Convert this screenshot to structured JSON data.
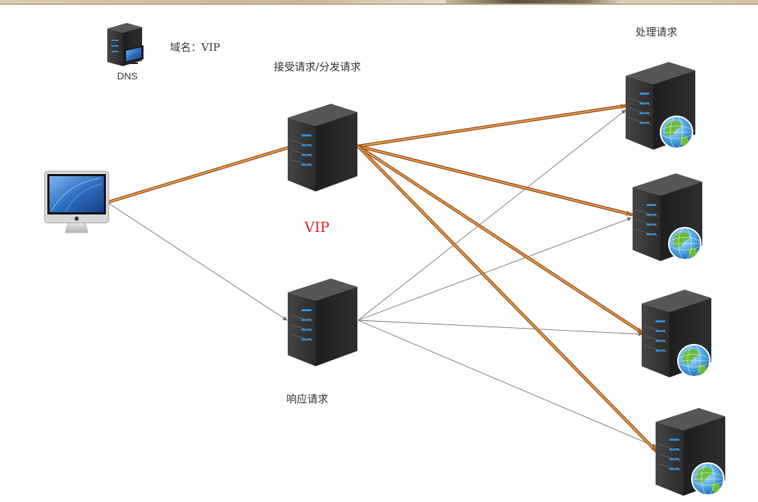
{
  "labels": {
    "dns": "DNS",
    "domain": "域名：VIP",
    "receive_forward": "接受请求/分发请求",
    "vip": "VIP",
    "respond": "响应请求",
    "process": "处理请求"
  },
  "nodes": [
    {
      "id": "dns-server",
      "kind": "dns"
    },
    {
      "id": "client",
      "kind": "monitor"
    },
    {
      "id": "lb-vip",
      "kind": "server"
    },
    {
      "id": "lb-response",
      "kind": "server"
    },
    {
      "id": "web-1",
      "kind": "web-server"
    },
    {
      "id": "web-2",
      "kind": "web-server"
    },
    {
      "id": "web-3",
      "kind": "web-server"
    },
    {
      "id": "web-4",
      "kind": "web-server"
    }
  ],
  "edges": [
    {
      "from": "client",
      "to": "lb-vip",
      "style": "request"
    },
    {
      "from": "client",
      "to": "lb-response",
      "style": "response"
    },
    {
      "from": "lb-vip",
      "to": "web-1",
      "style": "request"
    },
    {
      "from": "lb-vip",
      "to": "web-2",
      "style": "request"
    },
    {
      "from": "lb-vip",
      "to": "web-3",
      "style": "request"
    },
    {
      "from": "lb-vip",
      "to": "web-4",
      "style": "request"
    },
    {
      "from": "lb-response",
      "to": "web-1",
      "style": "response"
    },
    {
      "from": "lb-response",
      "to": "web-2",
      "style": "response"
    },
    {
      "from": "lb-response",
      "to": "web-3",
      "style": "response"
    },
    {
      "from": "lb-response",
      "to": "web-4",
      "style": "response"
    }
  ],
  "colors": {
    "request_edge": "#d9822b",
    "response_edge": "#6e6e60",
    "vip_text": "#e02020",
    "server_body": "#3a3a3a"
  }
}
